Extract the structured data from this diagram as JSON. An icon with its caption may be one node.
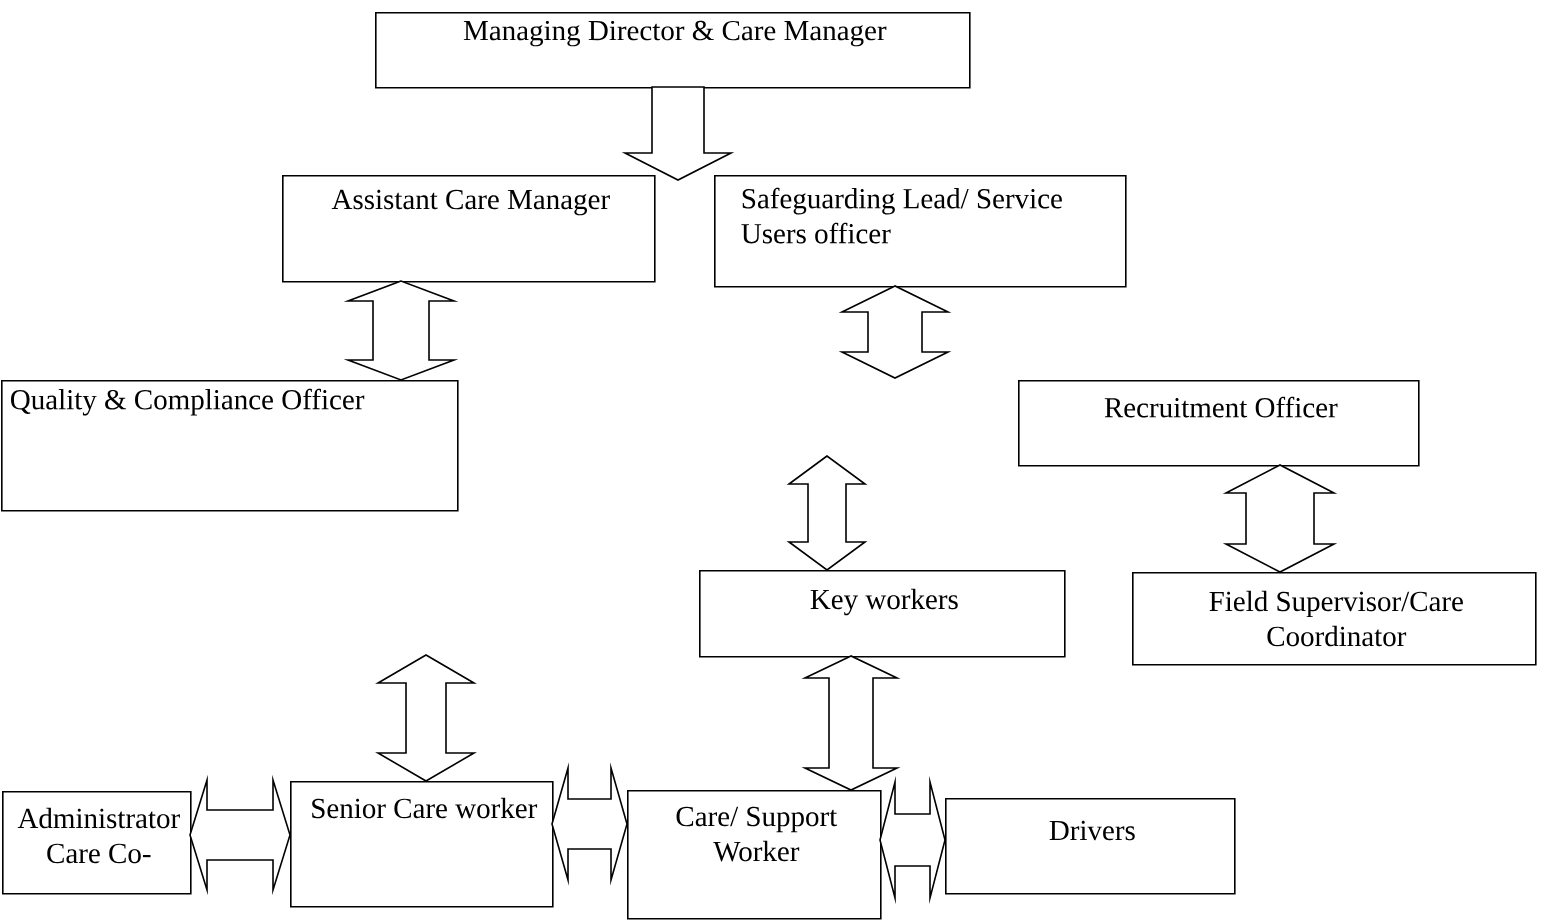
{
  "diagram": {
    "nodes": [
      {
        "text": [
          "Managing Director & Care Manager"
        ]
      },
      {
        "text": [
          "Assistant Care Manager"
        ]
      },
      {
        "text": [
          "Safeguarding Lead/ Service Users officer"
        ]
      },
      {
        "text": [
          "Quality & Compliance Officer"
        ]
      },
      {
        "text": [
          "Recruitment Officer"
        ]
      },
      {
        "text": [
          "Key workers"
        ]
      },
      {
        "text": [
          "Field Supervisor/Care Coordinator"
        ]
      },
      {
        "text": [
          "Administrator Care Co-"
        ]
      },
      {
        "text": [
          "Senior Care worker"
        ]
      },
      {
        "text": [
          "Care/ Support Worker"
        ]
      },
      {
        "text": [
          "Drivers"
        ]
      }
    ],
    "edges": [
      {
        "from": 0,
        "to": null,
        "arrow": "to"
      },
      {
        "from": 1,
        "to": 3,
        "arrow": "both"
      },
      {
        "from": 2,
        "to": null,
        "arrow": "both"
      },
      {
        "from": null,
        "to": 5,
        "arrow": "both"
      },
      {
        "from": 4,
        "to": 6,
        "arrow": "both"
      },
      {
        "from": null,
        "to": 8,
        "arrow": "both"
      },
      {
        "from": 5,
        "to": 9,
        "arrow": "both"
      },
      {
        "from": 7,
        "to": 8,
        "arrow": "both"
      },
      {
        "from": 8,
        "to": 9,
        "arrow": "both"
      },
      {
        "from": 9,
        "to": 10,
        "arrow": "both"
      }
    ]
  }
}
